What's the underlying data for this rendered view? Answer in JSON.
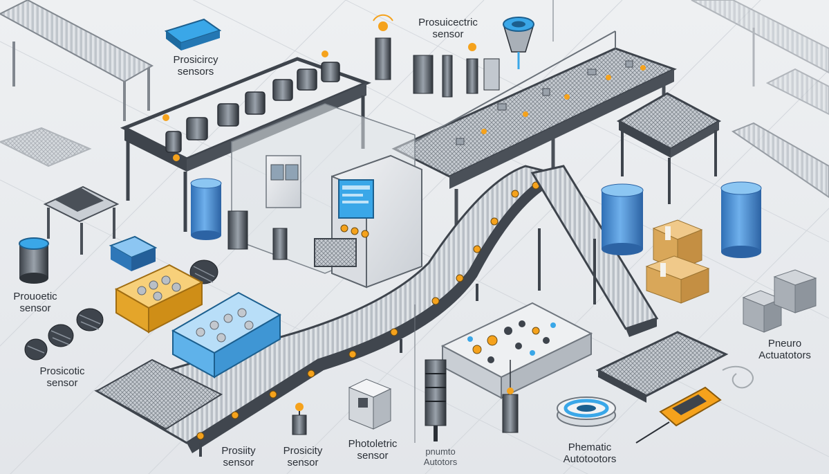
{
  "labels": {
    "proximity_top_left": [
      "Prosicircy",
      "sensors"
    ],
    "proselectric_top": [
      "Prosuicectric",
      "sensor"
    ],
    "proucetic_left": [
      "Prouoetic",
      "sensor"
    ],
    "prosicotic_left": [
      "Prosicotic",
      "sensor"
    ],
    "proximity_bottom_1": [
      "Prosiity",
      "sensor"
    ],
    "proximity_bottom_2": [
      "Prosicity",
      "sensor"
    ],
    "photoelectric_bottom": [
      "Photoletric",
      "sensor"
    ],
    "pneumatic_faint": [
      "pnumto",
      "Autotors"
    ],
    "pneumatic_right_bottom": [
      "Phematic",
      "Autotootors"
    ],
    "pneuro_right": [
      "Pneuro",
      "Actuatotors"
    ]
  },
  "colors": {
    "floor": "#e9ebee",
    "metal": "#8a929c",
    "metal_dark": "#3e444c",
    "accent_blue": "#3aa7e8",
    "barrel_blue": "#4b8fd6",
    "bin_orange": "#f2b43a",
    "bin_blue": "#5fb2ea",
    "led_orange": "#f5a21c",
    "box_tan": "#e3b56d"
  }
}
